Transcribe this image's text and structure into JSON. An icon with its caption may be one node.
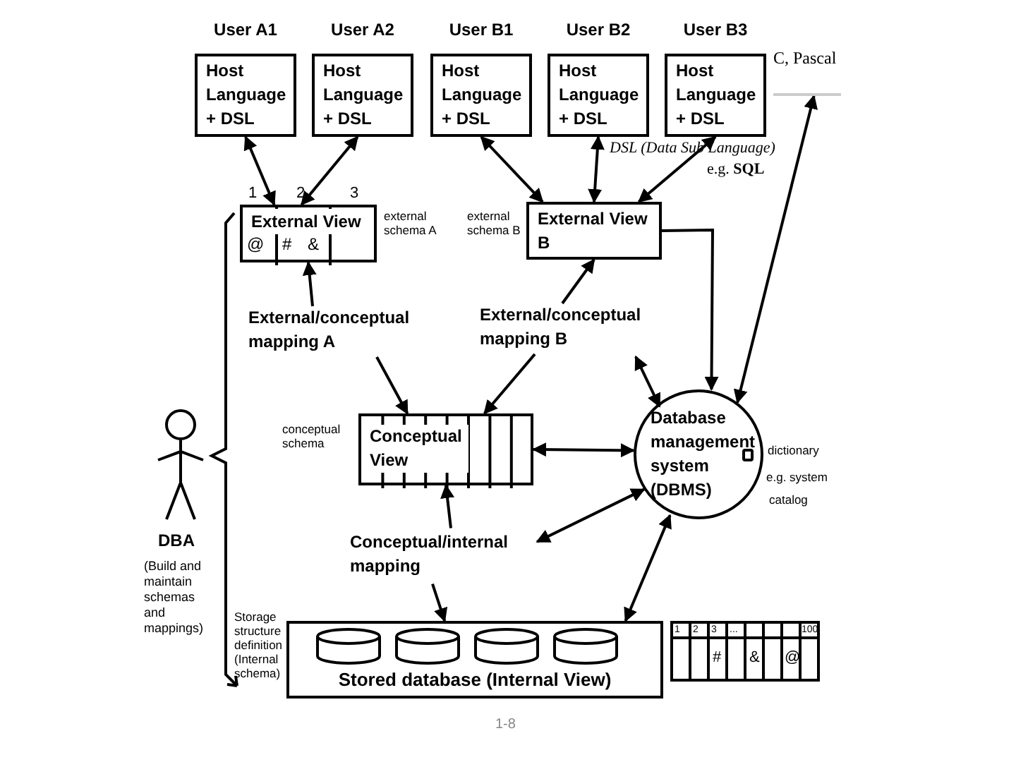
{
  "diagram": {
    "nodes": [
      {
        "text": [
          "User A1",
          "Host Language + DSL"
        ]
      },
      {
        "text": [
          "User A2",
          "Host Language + DSL"
        ]
      },
      {
        "text": [
          "User B1",
          "Host Language + DSL"
        ]
      },
      {
        "text": [
          "User B2",
          "Host Language + DSL"
        ]
      },
      {
        "text": [
          "User B3",
          "Host Language + DSL"
        ]
      },
      {
        "text": [
          "C, Pascal"
        ]
      },
      {
        "text": [
          "External View"
        ],
        "beside": [
          "external schema A"
        ]
      },
      {
        "text": [
          "External View B"
        ],
        "beside": [
          "external schema B"
        ]
      },
      {
        "text": [
          "External/conceptual mapping A"
        ]
      },
      {
        "text": [
          "External/conceptual mapping B"
        ]
      },
      {
        "text": [
          "Conceptual View"
        ],
        "beside": [
          "conceptual schema"
        ]
      },
      {
        "text": [
          "Database management system (DBMS)"
        ],
        "beside": [
          "dictionary",
          "e.g. system",
          "catalog"
        ]
      },
      {
        "text": [
          "Conceptual/internal mapping"
        ]
      },
      {
        "text": [
          "Stored database (Internal View)"
        ],
        "beside": [
          "Storage structure definition (Internal schema)"
        ]
      },
      {
        "text": [
          "DBA",
          "(Build and maintain schemas and mappings)"
        ]
      }
    ],
    "edges": [
      {
        "from": 6,
        "to": 0,
        "arrow": "both"
      },
      {
        "from": 6,
        "to": 1,
        "arrow": "both"
      },
      {
        "from": 7,
        "to": 2,
        "arrow": "both"
      },
      {
        "from": 7,
        "to": 3,
        "arrow": "both"
      },
      {
        "from": 7,
        "to": 4,
        "arrow": "both"
      },
      {
        "from": 8,
        "to": 6,
        "arrow": "to"
      },
      {
        "from": 9,
        "to": 7,
        "arrow": "to"
      },
      {
        "from": 8,
        "to": 10,
        "arrow": "to"
      },
      {
        "from": 9,
        "to": 10,
        "arrow": "to"
      },
      {
        "from": 11,
        "to": 9,
        "arrow": "both"
      },
      {
        "from": 11,
        "to": 10,
        "arrow": "both"
      },
      {
        "from": 12,
        "to": 10,
        "arrow": "to"
      },
      {
        "from": 11,
        "to": 12,
        "arrow": "both"
      },
      {
        "from": 12,
        "to": 13,
        "arrow": "to"
      },
      {
        "from": 11,
        "to": 13,
        "arrow": "both"
      },
      {
        "from": 7,
        "to": 11,
        "arrow": "to"
      },
      {
        "from": 11,
        "to": 5,
        "arrow": "both"
      }
    ],
    "labels": [
      "DSL (Data Sub Language)",
      "e.g. **SQL**",
      "1",
      "2",
      "3",
      "@",
      "#",
      "&",
      "1",
      "2",
      "3",
      "...",
      "100",
      "#",
      "&",
      "@",
      "1-8"
    ]
  }
}
